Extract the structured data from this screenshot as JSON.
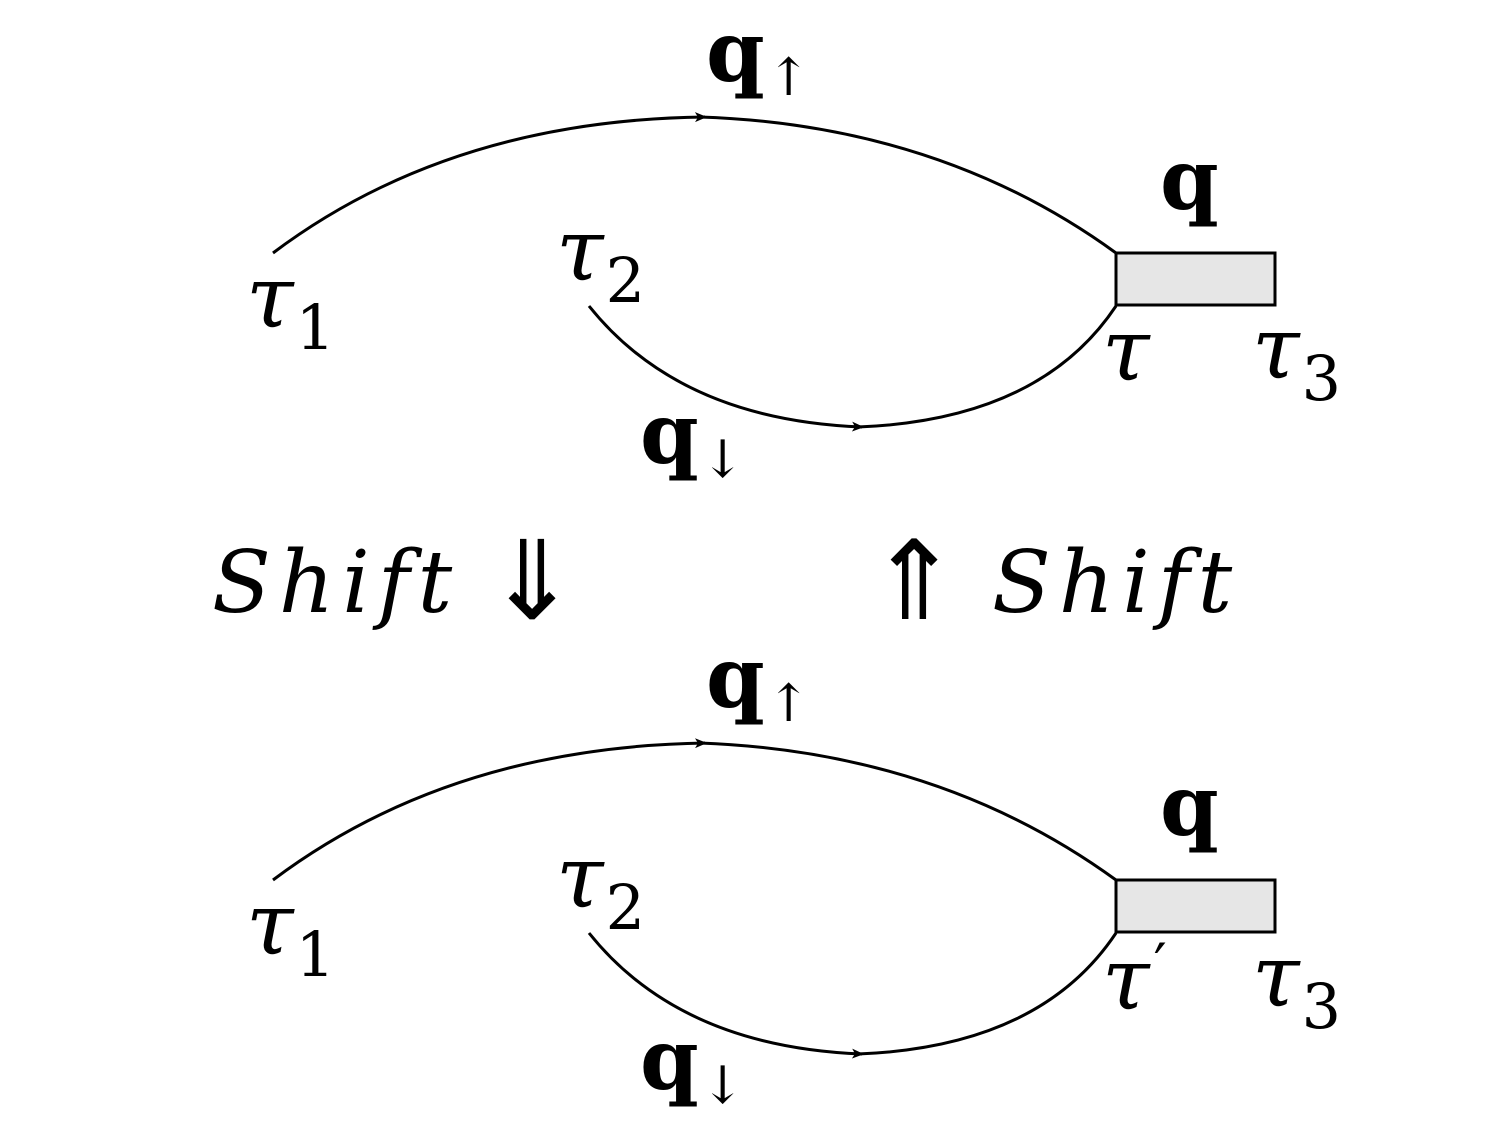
{
  "diagram": {
    "top": {
      "q_up": "q",
      "q_up_sub": "↑",
      "q": "q",
      "q_down": "q",
      "q_down_sub": "↓",
      "tau1": "τ",
      "tau1_sub": "1",
      "tau2": "τ",
      "tau2_sub": "2",
      "tau": "τ",
      "tau3": "τ",
      "tau3_sub": "3"
    },
    "middle": {
      "shift_left": "Shift",
      "arrow_down": "⇓",
      "arrow_up": "⇑",
      "shift_right": "Shift"
    },
    "bottom": {
      "q_up": "q",
      "q_up_sub": "↑",
      "q": "q",
      "q_down": "q",
      "q_down_sub": "↓",
      "tau1": "τ",
      "tau1_sub": "1",
      "tau2": "τ",
      "tau2_sub": "2",
      "tau_prime": "τ",
      "tau_prime_mark": "′",
      "tau3": "τ",
      "tau3_sub": "3"
    },
    "colors": {
      "line": "#000000",
      "box_fill": "#e6e6e6"
    }
  }
}
